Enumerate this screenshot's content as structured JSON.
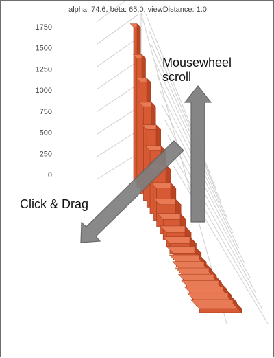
{
  "status_text": "alpha: 74.6, beta: 65.0, viewDistance: 1.0",
  "annotations": {
    "scroll_line1": "Mousewheel",
    "scroll_line2": "scroll",
    "drag": "Click & Drag"
  },
  "colors": {
    "bar_front": "#d65a34",
    "bar_top": "#e87a55",
    "bar_side": "#b94522",
    "arrow": "#7f7f7f",
    "grid": "#cfcfcf"
  },
  "chart_data": {
    "type": "bar",
    "view": {
      "alpha": 74.6,
      "beta": 65.0,
      "viewDistance": 1.0
    },
    "y_ticks": [
      "0",
      "250",
      "500",
      "750",
      "1000",
      "1250",
      "1500",
      "1750"
    ],
    "ylim": [
      0,
      1750
    ],
    "values": [
      1700,
      1430,
      1240,
      1040,
      860,
      700,
      560,
      430,
      320,
      230,
      160,
      110,
      75,
      50,
      35,
      25,
      18,
      12,
      8,
      5,
      3
    ],
    "title": "",
    "xlabel": "",
    "ylabel": ""
  }
}
